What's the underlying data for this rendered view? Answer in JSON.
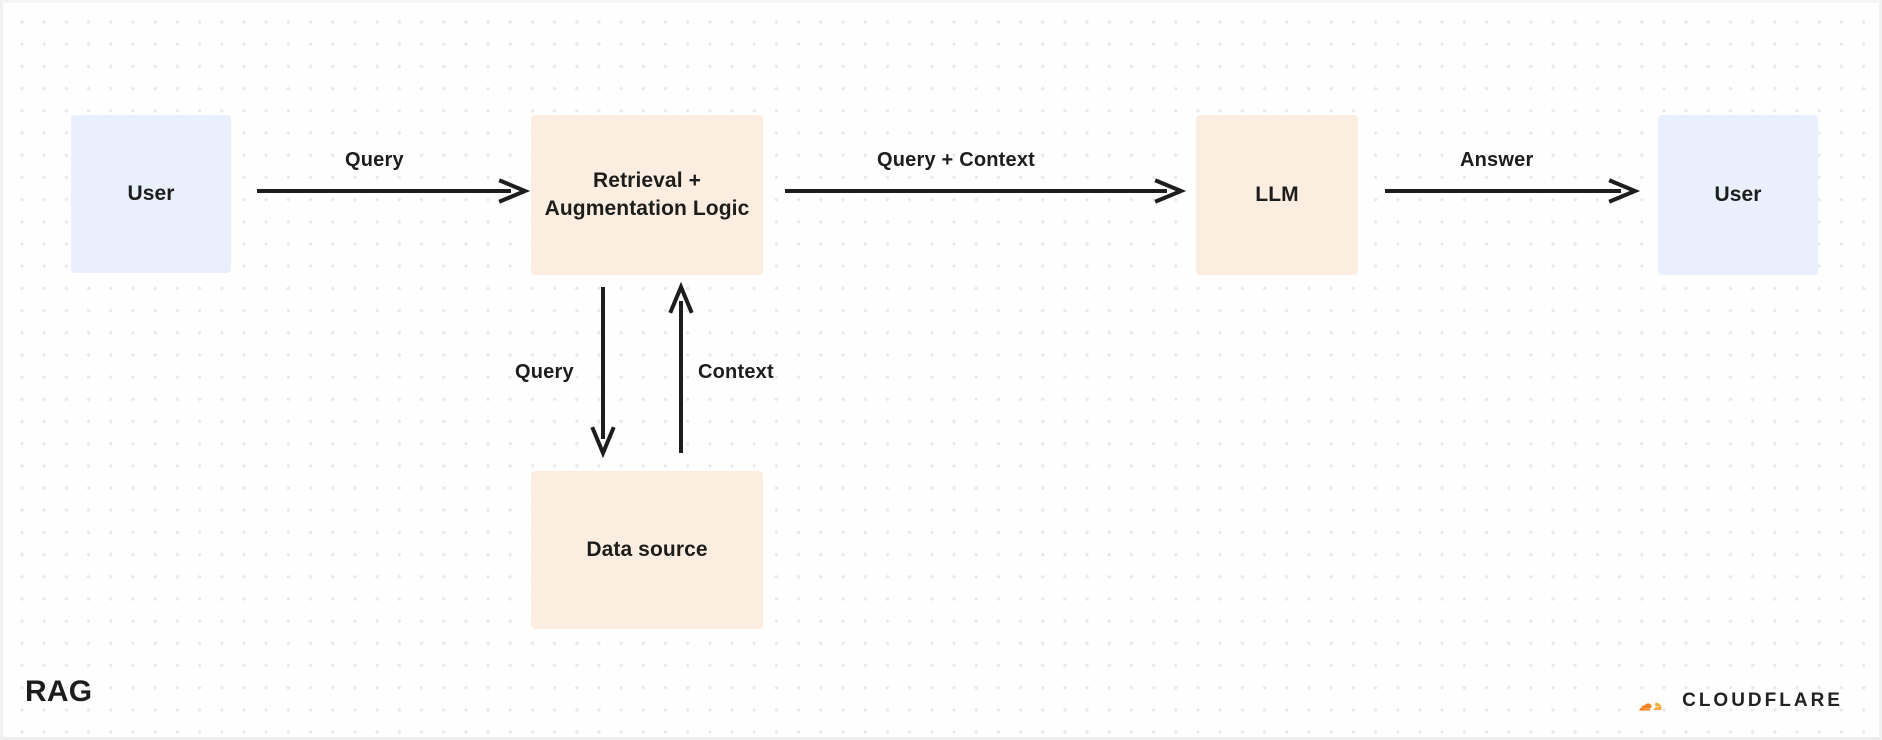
{
  "diagram": {
    "title": "RAG",
    "background": "#fefefe",
    "dot_color": "#e9e9e9",
    "nodes": [
      {
        "id": "user-left",
        "label": "User",
        "fill": "#e9effc"
      },
      {
        "id": "rag-logic",
        "label": "Retrieval + Augmentation Logic",
        "fill": "#fbeee0"
      },
      {
        "id": "llm",
        "label": "LLM",
        "fill": "#fbeee0"
      },
      {
        "id": "user-right",
        "label": "User",
        "fill": "#e9effc"
      },
      {
        "id": "data-source",
        "label": "Data source",
        "fill": "#fbeee0"
      }
    ],
    "edges": [
      {
        "id": "user-to-logic",
        "label": "Query",
        "from": "user-left",
        "to": "rag-logic",
        "direction": "right"
      },
      {
        "id": "logic-to-llm",
        "label": "Query + Context",
        "from": "rag-logic",
        "to": "llm",
        "direction": "right"
      },
      {
        "id": "llm-to-user",
        "label": "Answer",
        "from": "llm",
        "to": "user-right",
        "direction": "right"
      },
      {
        "id": "logic-to-data",
        "label": "Query",
        "from": "rag-logic",
        "to": "data-source",
        "direction": "down"
      },
      {
        "id": "data-to-logic",
        "label": "Context",
        "from": "data-source",
        "to": "rag-logic",
        "direction": "up"
      }
    ],
    "stroke_color": "#1d1d1b"
  },
  "footer": {
    "brand_name": "CLOUDFLARE",
    "brand_orange": "#f6821f",
    "brand_orange_dark": "#faad3f"
  }
}
